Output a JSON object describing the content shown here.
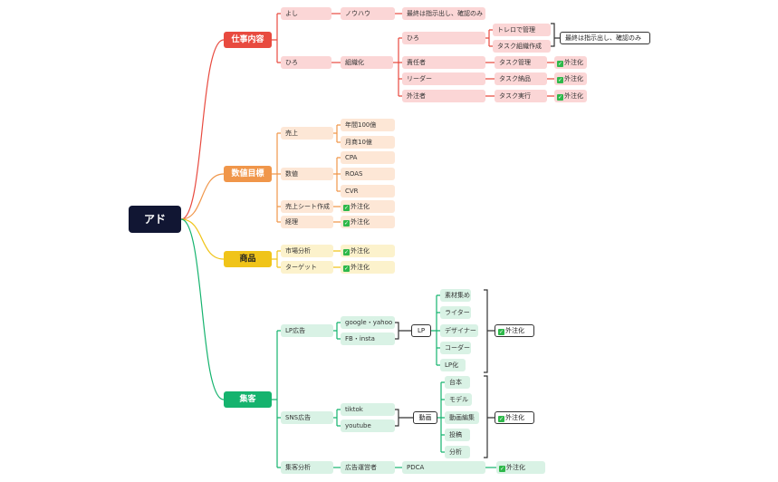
{
  "root": "アド",
  "colors": {
    "work": "#e84a3f",
    "numbers": "#f0964a",
    "product": "#f0c419",
    "attract": "#15b36e",
    "root": "#111633"
  },
  "icons": {
    "check": "check-mark-icon"
  },
  "work": {
    "title": "仕事内容",
    "yoshi": "よし",
    "knowhow": "ノウハウ",
    "knowhow_note": "最終は指示出し、確認のみ",
    "hiro": "ひろ",
    "organize": "組織化",
    "hiro_sub": "ひろ",
    "trello": "トレロで管理",
    "task_org": "タスク組織作成",
    "bracket_note": "最終は指示出し、確認のみ",
    "owner": "責任者",
    "task_mgmt": "タスク管理",
    "leader": "リーダー",
    "task_delivery": "タスク納品",
    "outsourcer": "外注者",
    "task_exec": "タスク実行",
    "outsource": "外注化"
  },
  "numbers": {
    "title": "数値目標",
    "sales": "売上",
    "annual": "年間100億",
    "monthly": "月商10億",
    "metrics": "数値",
    "cpa": "CPA",
    "roas": "ROAS",
    "cvr": "CVR",
    "sales_sheet": "売上シート作成",
    "accounting": "経理",
    "outsource": "外注化"
  },
  "product": {
    "title": "商品",
    "market": "市場分析",
    "target": "ターゲット",
    "outsource": "外注化"
  },
  "attract": {
    "title": "集客",
    "lp_ads": "LP広告",
    "google": "google・yahoo",
    "fb": "FB・insta",
    "lp": "LP",
    "lp_items": [
      "素材集め",
      "ライター",
      "デザイナー",
      "コーダー",
      "LP化"
    ],
    "sns_ads": "SNS広告",
    "tiktok": "tiktok",
    "youtube": "youtube",
    "video": "動画",
    "video_items": [
      "台本",
      "モデル",
      "動画編集",
      "投稿",
      "分析"
    ],
    "analysis": "集客分析",
    "ad_ops": "広告運営者",
    "pdca": "PDCA",
    "outsource": "外注化"
  }
}
